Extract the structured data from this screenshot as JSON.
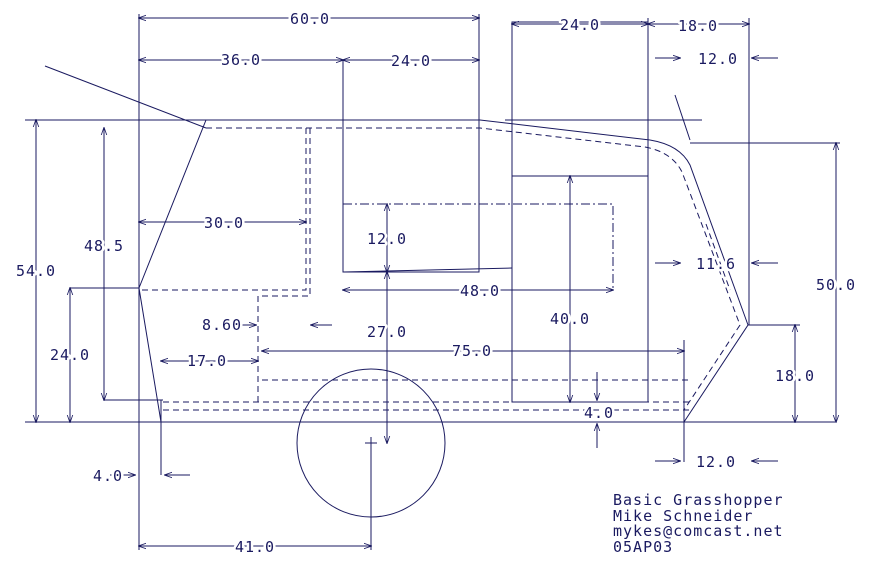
{
  "title_block": {
    "line1": "Basic Grasshopper",
    "line2": "Mike Schneider",
    "line3": "mykes@comcast.net",
    "line4": "05AP03"
  },
  "dimensions": {
    "overall_length": "60.0",
    "front_section": "36.0",
    "door_width": "24.0",
    "galley_width": "24.0",
    "rear_upper": "18.0",
    "rear_top_offset": "12.0",
    "overall_height": "54.0",
    "front_height": "48.5",
    "front_lower": "24.0",
    "cabinet_depth": "30.0",
    "window_height": "12.0",
    "cabinet_length": "48.0",
    "shelf_offset": "8.60",
    "axle_height": "27.0",
    "floor_length": "75.0",
    "tongue_offset": "17.0",
    "galley_height": "40.0",
    "floor_gap": "4.0",
    "rear_slope": "11.6",
    "rear_height": "50.0",
    "rear_lower": "18.0",
    "rear_bottom_offset": "12.0",
    "front_bottom_offset": "4.0",
    "axle_position": "41.0"
  }
}
